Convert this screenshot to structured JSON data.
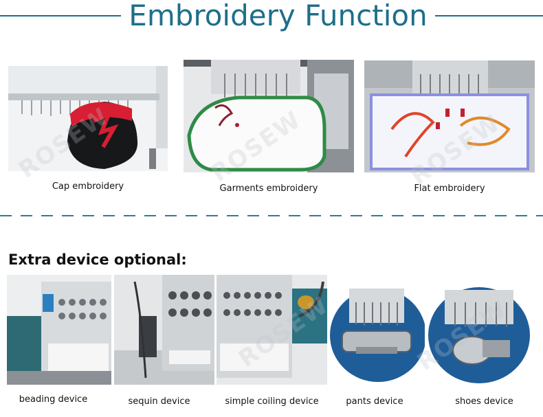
{
  "header": {
    "title": "Embroidery Function"
  },
  "functions": [
    {
      "caption": "Cap embroidery"
    },
    {
      "caption": "Garments embroidery"
    },
    {
      "caption": "Flat embroidery"
    }
  ],
  "extras": {
    "heading": "Extra device optional:",
    "devices": [
      {
        "caption": "beading device"
      },
      {
        "caption": "sequin device"
      },
      {
        "caption": "simple coiling device"
      },
      {
        "caption": "pants device"
      },
      {
        "caption": "shoes device"
      }
    ]
  },
  "watermark": {
    "text": "ROSEW"
  },
  "colors": {
    "accent": "#1d6f88",
    "divider": "#2c7c94"
  }
}
